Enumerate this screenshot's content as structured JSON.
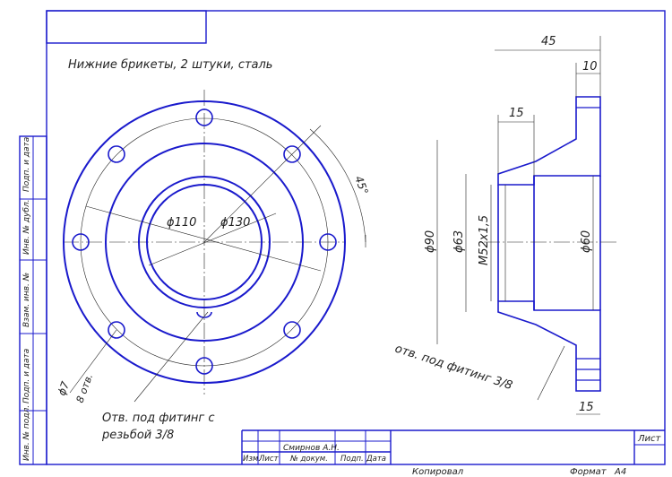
{
  "title_note": "Нижние брикеты, 2 штуки, сталь",
  "front_view": {
    "dim_d110": "ϕ110",
    "dim_d130": "ϕ130",
    "dim_angle": "45°",
    "dim_hole_d": "ϕ7",
    "dim_hole_count": "8 отв.",
    "note_line1": "Отв. под фитинг с",
    "note_line2": "резьбой 3/8"
  },
  "side_view": {
    "dim_45": "45",
    "dim_10": "10",
    "dim_15_top": "15",
    "dim_15_bottom": "15",
    "dim_d90": "ϕ90",
    "dim_d63": "ϕ63",
    "dim_m52": "M52x1,5",
    "dim_d60": "ϕ60",
    "note": "отв. под фитинг 3/8"
  },
  "side_stamp": {
    "cells": [
      "Подп. и дата",
      "Инв. № дубл.",
      "Взам. инв. №",
      "Подп. и дата",
      "Инв. № подл."
    ]
  },
  "title_block": {
    "author": "Смирнов А.Н.",
    "col_izm": "Изм.",
    "col_list": "Лист",
    "col_doc": "№ докум.",
    "col_sign": "Подп.",
    "col_date": "Дата",
    "sheet_label": "Лист"
  },
  "footer": {
    "copied": "Копировал",
    "format_label": "Формат",
    "format_value": "A4"
  },
  "colors": {
    "line": "#1a1acc",
    "text": "#222222"
  }
}
